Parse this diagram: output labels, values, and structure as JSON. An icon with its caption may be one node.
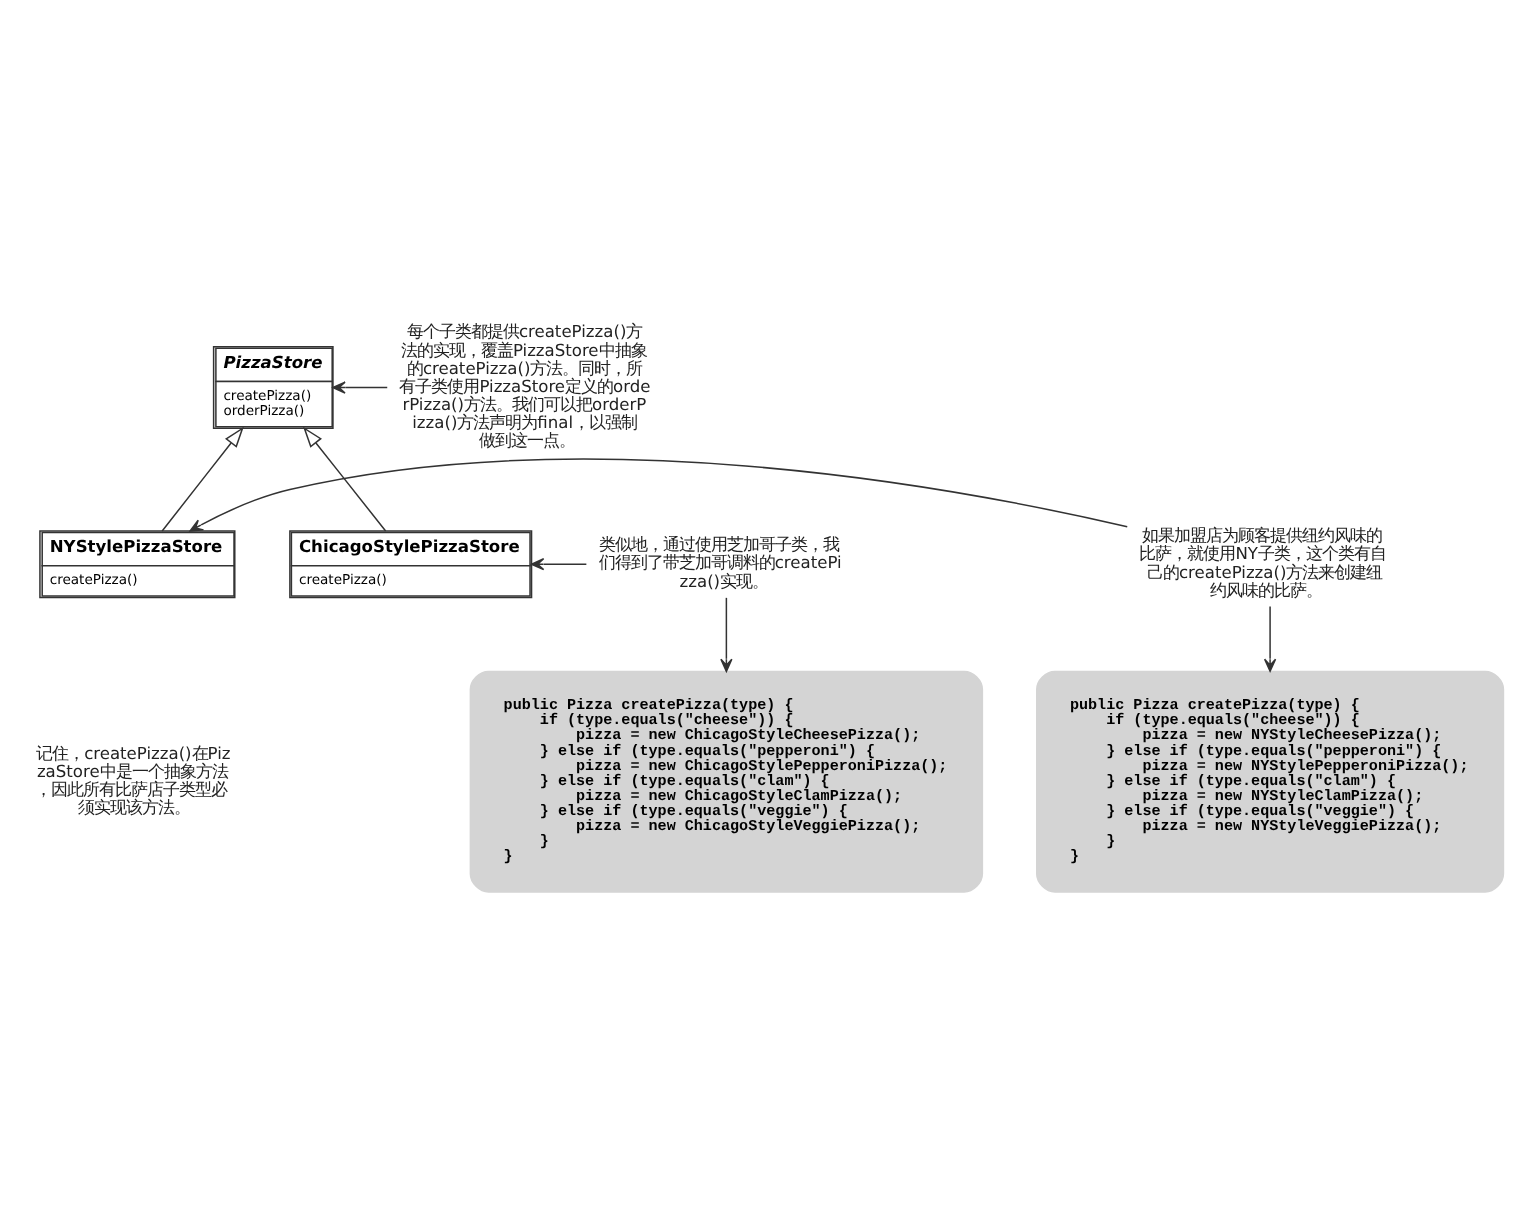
{
  "diagram": {
    "nodes": [
      {
        "text": [
          "PizzaStore",
          "createPizza()",
          "orderPizza()"
        ]
      },
      {
        "text": [
          "NYStylePizzaStore",
          "createPizza()"
        ]
      },
      {
        "text": [
          "ChicagoStylePizzaStore",
          "createPizza()"
        ]
      },
      {
        "text": [
          "每个子类都提供createPizza()方法的实现，覆盖PizzaStore中抽象的createPizza()方法。同时，所有子类使用PizzaStore定义的orderPizza()方法。我们可以把orderPizza()方法声明为final，以强制做到这一点。"
        ]
      },
      {
        "text": [
          "如果加盟店为顾客提供纽约风味的比萨，就使用NY子类，这个类有自己的createPizza()方法来创建纽约风味的比萨。"
        ]
      },
      {
        "text": [
          "类似地，通过使用芝加哥子类，我们得到了带芝加哥调料的createPizza()实现。"
        ]
      },
      {
        "text": [
          "public Pizza createPizza(type) {",
          "    if (type.equals(\"cheese\")) {",
          "        pizza = new NYStyleCheesePizza();",
          "    } else if (type.equals(\"pepperoni\") {",
          "        pizza = new NYStylePepperoniPizza();",
          "    } else if (type.equals(\"clam\") {",
          "        pizza = new NYStyleClamPizza();",
          "    } else if (type.equals(\"veggie\") {",
          "        pizza = new NYStyleVeggiePizza();",
          "    }",
          "}"
        ]
      },
      {
        "text": [
          "public Pizza createPizza(type) {",
          "    if (type.equals(\"cheese\")) {",
          "        pizza = new ChicagoStyleCheesePizza();",
          "    } else if (type.equals(\"pepperoni\") {",
          "        pizza = new ChicagoStylePepperoniPizza();",
          "    } else if (type.equals(\"clam\") {",
          "        pizza = new ChicagoStyleClamPizza();",
          "    } else if (type.equals(\"veggie\") {",
          "        pizza = new ChicagoStyleVeggiePizza();",
          "    }",
          "}"
        ]
      }
    ],
    "edges": [
      {
        "from": 1,
        "to": 0,
        "arrow": "to"
      },
      {
        "from": 2,
        "to": 0,
        "arrow": "to"
      },
      {
        "from": 3,
        "to": 0,
        "arrow": "to"
      },
      {
        "from": 4,
        "to": 1,
        "arrow": "to"
      },
      {
        "from": 4,
        "to": 6,
        "arrow": "to"
      },
      {
        "from": 5,
        "to": 2,
        "arrow": "to"
      },
      {
        "from": 5,
        "to": 7,
        "arrow": "to"
      }
    ],
    "labels": [
      "记住，createPizza()在PizzaStore中是一个抽象方法，因此所有比萨店子类型必须实现该方法。"
    ]
  }
}
